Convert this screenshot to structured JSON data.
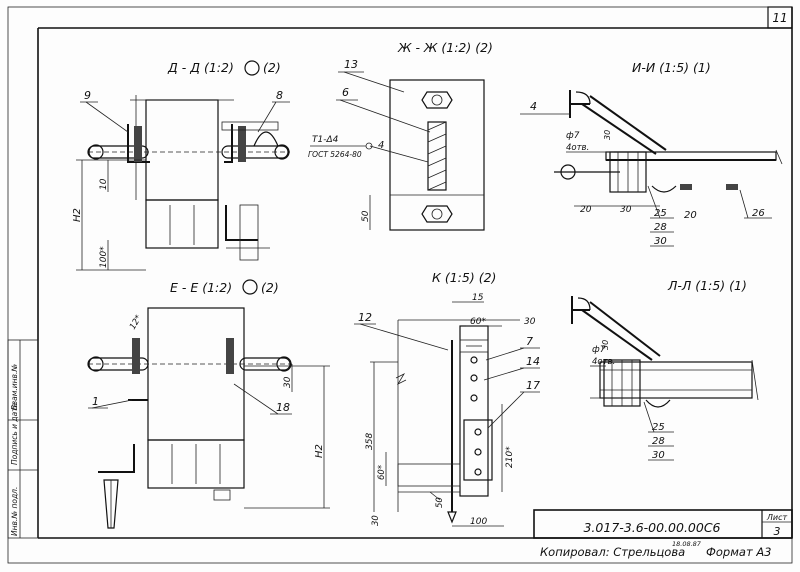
{
  "sheet_number": "11",
  "views": {
    "dd": {
      "title": "Д - Д (1:2)",
      "ref": "(2)"
    },
    "zhzh": {
      "title": "Ж - Ж (1:2) (2)"
    },
    "ii": {
      "title": "И-И (1:5) (1)"
    },
    "ee": {
      "title": "Е - Е (1:2)",
      "ref": "(2)"
    },
    "k": {
      "title": "К (1:5) (2)"
    },
    "ll": {
      "title": "Л-Л (1:5) (1)"
    }
  },
  "callouts": {
    "c9": "9",
    "c8": "8",
    "c13": "13",
    "c6": "6",
    "c4a": "4",
    "c4b": "4",
    "c1": "1",
    "c18": "18",
    "c12": "12",
    "c7": "7",
    "c14": "14",
    "c17": "17",
    "c25a": "25",
    "c28a": "28",
    "c30a": "30",
    "c26": "26",
    "c25b": "25",
    "c28b": "28",
    "c30b": "30"
  },
  "weld": {
    "symbol": "Т1-Δ4",
    "standard": "ГОСТ 5264-80"
  },
  "dims": {
    "d10": "10",
    "d100a": "100*",
    "h2a": "H2",
    "d50": "50",
    "phi7a": "ф7",
    "holes4a": "4отв.",
    "d30a": "30",
    "d20a": "20",
    "d30b": "30",
    "d20b": "20",
    "d12": "12*",
    "d30c": "30",
    "h2b": "H2",
    "d15": "15",
    "d60a": "60*",
    "d30d": "30",
    "d358": "358",
    "d210": "210*",
    "d60b": "60*",
    "d50b": "50",
    "d30e": "30",
    "d100b": "100",
    "phi7b": "ф7",
    "holes4b": "4отв.",
    "d30f": "30"
  },
  "title_block": {
    "doc_code": "3.017-3.6-00.00.00С6",
    "sheet_label": "Лист",
    "sheet_value": "3"
  },
  "footer": {
    "copied": "Копировал: Стрельцова",
    "format": "Формат А3",
    "small_note": "18.08.87"
  },
  "side_stamp": {
    "labels": [
      "Инв.№ подл.",
      "Подпись и дата",
      "Взам.инв.№"
    ]
  }
}
